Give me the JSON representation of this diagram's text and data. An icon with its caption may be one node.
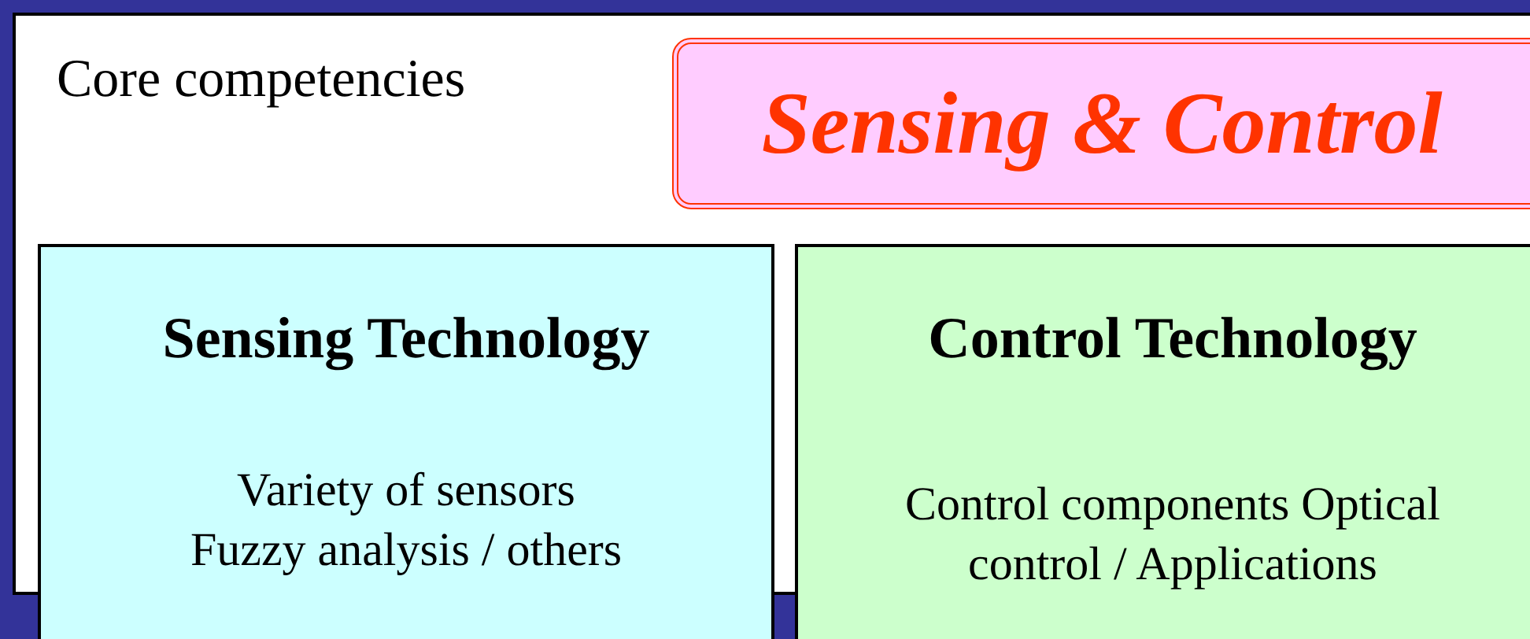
{
  "diagram": {
    "nodes": [
      {
        "text": [
          "Core competencies"
        ]
      },
      {
        "text": [
          "Sensing & Control"
        ],
        "in": 0
      },
      {
        "text": [
          "Sensing Technology",
          "Variety of sensors Fuzzy analysis / others"
        ]
      },
      {
        "text": [
          "Control Technology",
          "Control components Optical control / Applications"
        ]
      }
    ]
  }
}
